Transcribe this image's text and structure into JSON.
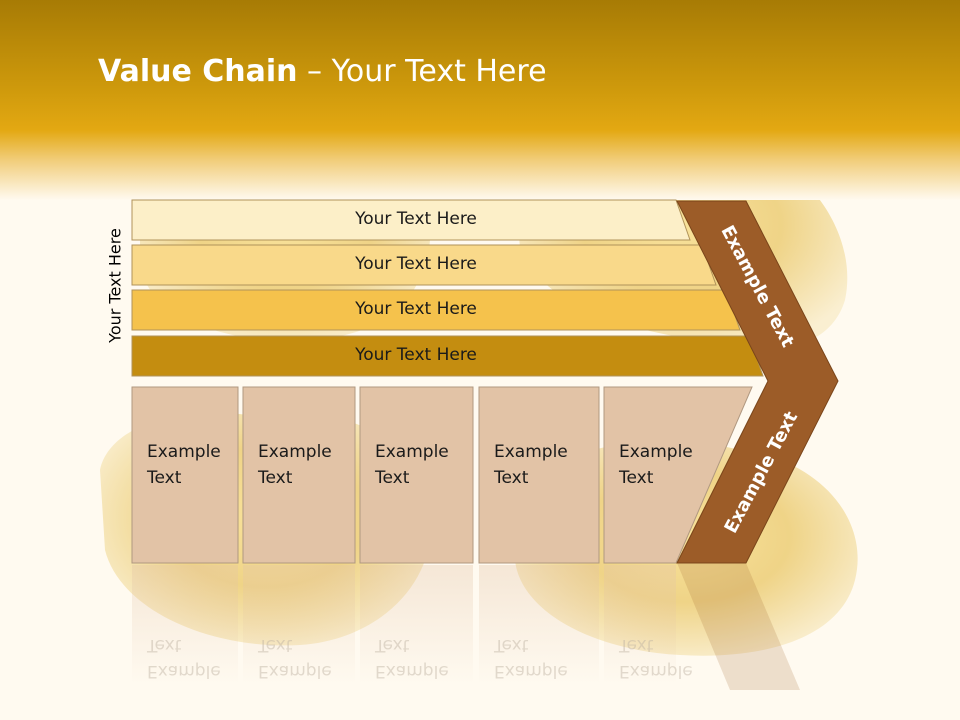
{
  "header": {
    "title_bold": "Value Chain",
    "title_rest": " – Your Text Here"
  },
  "side_label": "Your Text Here",
  "support_bars": [
    {
      "label": "Your Text Here",
      "color": "#fcefc8"
    },
    {
      "label": "Your Text Here",
      "color": "#f9d98a"
    },
    {
      "label": "Your Text Here",
      "color": "#f5c24c"
    },
    {
      "label": "Your Text Here",
      "color": "#c48d10"
    }
  ],
  "primary_boxes": [
    {
      "line1": "Example",
      "line2": "Text"
    },
    {
      "line1": "Example",
      "line2": "Text"
    },
    {
      "line1": "Example",
      "line2": "Text"
    },
    {
      "line1": "Example",
      "line2": "Text"
    },
    {
      "line1": "Example",
      "line2": "Text"
    }
  ],
  "chevron": {
    "upper_label": "Example Text",
    "lower_label": "Example Text",
    "color": "#9c5c28"
  },
  "colors": {
    "header_gold": "#d9a20f",
    "box_fill": "#e2c3a6",
    "box_stroke": "#b09880"
  }
}
